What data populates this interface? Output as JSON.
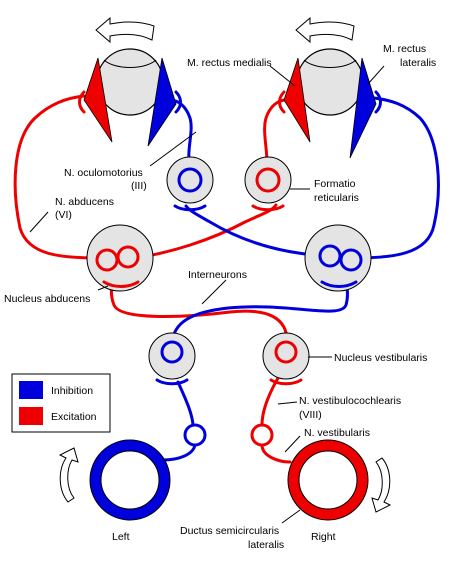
{
  "labels": {
    "rectus_medialis": "M. rectus medialis",
    "rectus_lateralis_1": "M. rectus",
    "rectus_lateralis_2": "lateralis",
    "oculomotorius_1": "N. oculomotorius",
    "oculomotorius_2": "(III)",
    "formatio_1": "Formatio",
    "formatio_2": "reticularis",
    "abducens_1": "N. abducens",
    "abducens_2": "(VI)",
    "interneurons": "Interneurons",
    "nucleus_abducens": "Nucleus abducens",
    "nucleus_vestibularis": "Nucleus vestibularis",
    "vestibulocochlearis_1": "N. vestibulocochlearis",
    "vestibulocochlearis_2": "(VIII)",
    "n_vestibularis": "N. vestibularis",
    "ductus_1": "Ductus semicircularis",
    "ductus_2": "lateralis",
    "left": "Left",
    "right": "Right"
  },
  "legend": {
    "inhibition": "Inhibition",
    "excitation": "Excitation"
  },
  "colors": {
    "inhibition": "#0000dd",
    "excitation": "#ee0000",
    "nucleus_fill": "#e4e4e4"
  }
}
